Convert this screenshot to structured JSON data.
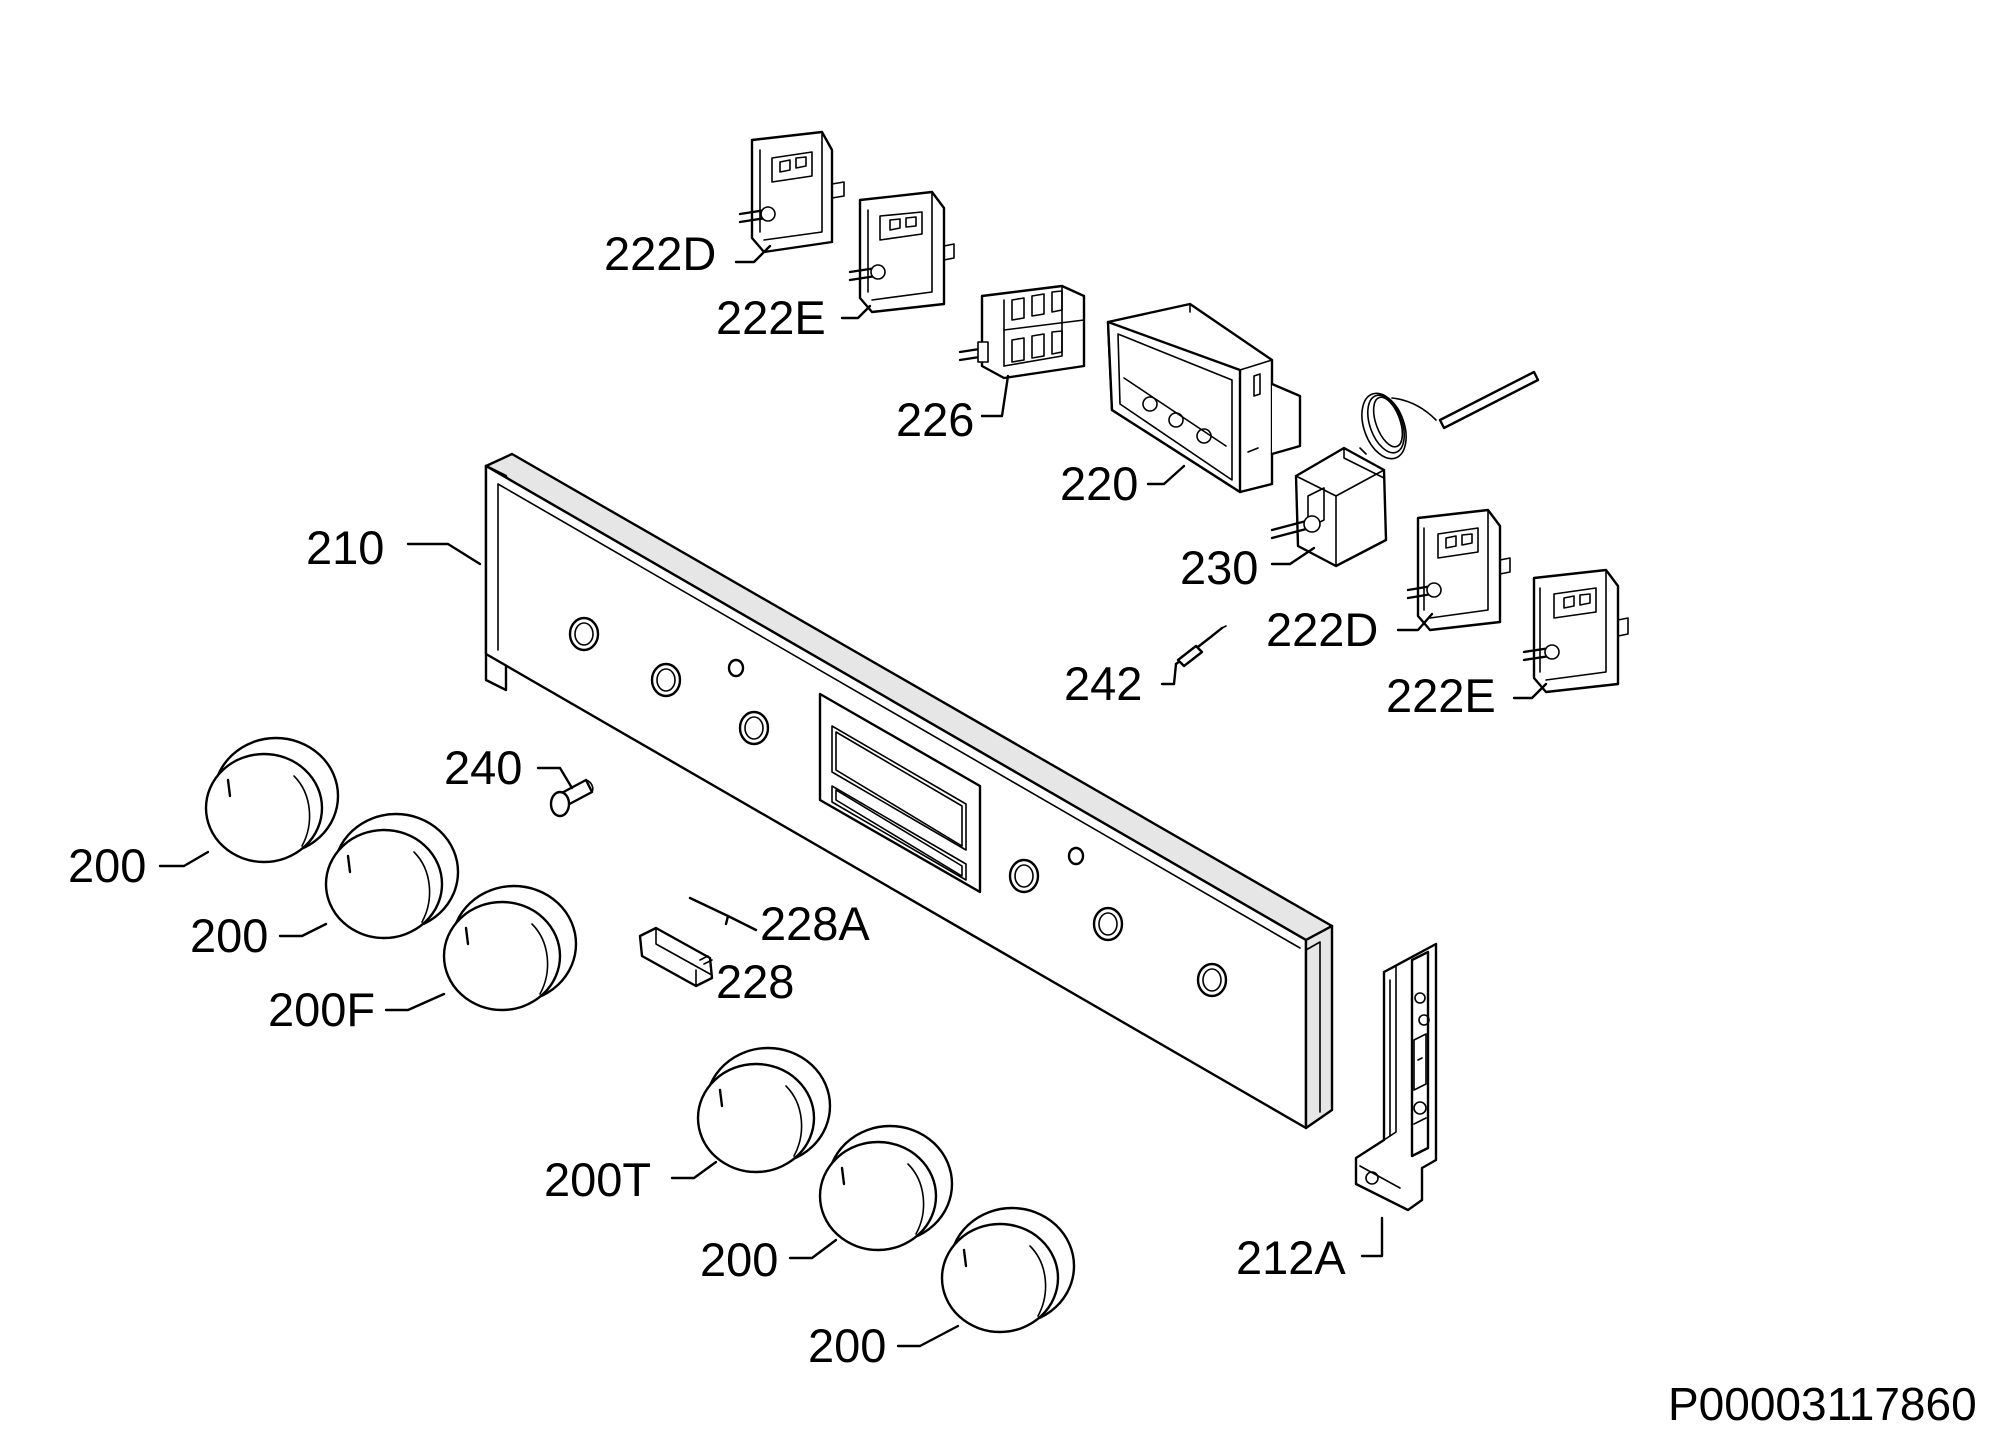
{
  "diagram": {
    "labels": {
      "l222D_top": "222D",
      "l222E_top": "222E",
      "l226": "226",
      "l220": "220",
      "l210": "210",
      "l230": "230",
      "l222D_right": "222D",
      "l222E_right": "222E",
      "l242": "242",
      "l240": "240",
      "l200_a": "200",
      "l200_b": "200",
      "l200F": "200F",
      "l228A": "228A",
      "l228": "228",
      "l200T": "200T",
      "l200_c": "200",
      "l200_d": "200",
      "l212A": "212A"
    },
    "drawing_number": "P00003117860"
  }
}
